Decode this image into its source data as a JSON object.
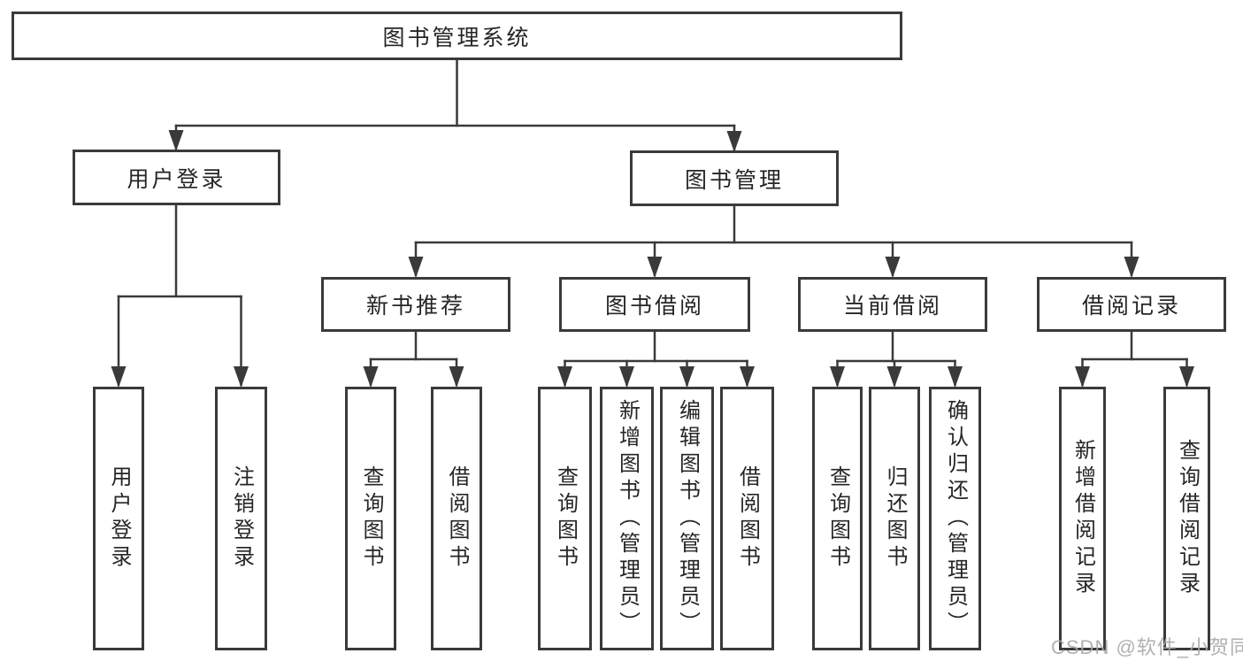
{
  "diagram": {
    "root": {
      "label": "图书管理系统"
    },
    "branches": [
      {
        "label": "用户登录",
        "children": [
          {
            "label": "用户登录"
          },
          {
            "label": "注销登录"
          }
        ]
      },
      {
        "label": "图书管理",
        "children": [
          {
            "label": "新书推荐",
            "children": [
              {
                "label": "查询图书"
              },
              {
                "label": "借阅图书"
              }
            ]
          },
          {
            "label": "图书借阅",
            "children": [
              {
                "label": "查询图书"
              },
              {
                "label": "新增图书（管理员）"
              },
              {
                "label": "编辑图书（管理员）"
              },
              {
                "label": "借阅图书"
              }
            ]
          },
          {
            "label": "当前借阅",
            "children": [
              {
                "label": "查询图书"
              },
              {
                "label": "归还图书"
              },
              {
                "label": "确认归还（管理员）"
              }
            ]
          },
          {
            "label": "借阅记录",
            "children": [
              {
                "label": "新增借阅记录"
              },
              {
                "label": "查询借阅记录"
              }
            ]
          }
        ]
      }
    ]
  },
  "colors": {
    "line": "#3a3a3a",
    "text": "#262626",
    "background": "#ffffff",
    "watermark": "#a8a8a8"
  },
  "watermark": {
    "text": "CSDN @软件_小贺同学"
  }
}
